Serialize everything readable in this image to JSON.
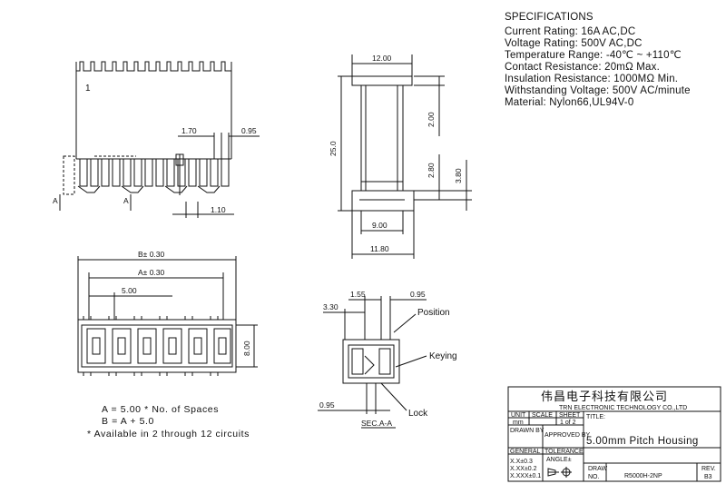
{
  "specifications": {
    "heading": "SPECIFICATIONS",
    "lines": [
      "Current Rating: 16A AC,DC",
      "Voltage Rating: 500V AC,DC",
      "Temperature Range: -40℃ ~ +110℃",
      "Contact Resistance: 20mΩ Max.",
      "Insulation Resistance: 1000MΩ Min.",
      "Withstanding Voltage: 500V AC/minute",
      "Material: Nylon66,UL94V-0"
    ]
  },
  "front_view": {
    "pin_mark": "1",
    "dim_pitch_gap": "1.70",
    "dim_right_gap": "0.95",
    "dim_bottom": "1.10",
    "section_mark": "A"
  },
  "side_view": {
    "top_width": "12.00",
    "height": "25.0",
    "top_step": "2.00",
    "bottom_step": "2.80",
    "bottom_total": "3.80",
    "inner_width": "9.00",
    "outer_width": "11.80"
  },
  "bottom_view": {
    "dim_b": "B± 0.30",
    "dim_a": "A± 0.30",
    "dim_pitch": "5.00",
    "dim_depth": "8.00"
  },
  "section_view": {
    "dim_left": "3.30",
    "dim_mid": "1.55",
    "dim_right": "0.95",
    "dim_bottom": "0.95",
    "label_position": "Position",
    "label_keying": "Keying",
    "label_lock": "Lock",
    "caption": "SEC.A-A"
  },
  "notes": [
    "A = 5.00 * No. of Spaces",
    "B = A + 5.0",
    "* Available in 2 through 12 circuits"
  ],
  "title_block": {
    "company_cn": "伟昌电子科技有限公司",
    "company_en": "TRN ELECTRONIC TECHNOLOGY CO.,LTD",
    "unit_label": "UNIT",
    "unit_value": "mm",
    "scale_label": "SCALE",
    "sheet_label": "SHEET",
    "sheet_value": "1 of 2",
    "title_label": "TITLE:",
    "drawn_by": "DRAWN BY",
    "approved_by": "APPROVED BY",
    "title_value": "5.00mm Pitch Housing",
    "general_label": "GENERAL",
    "tolerance_label": "TOLERANCE",
    "tol_1": "X.X±0.3",
    "tol_2": "X.XX±0.2",
    "tol_3": "X.XXX±0.1",
    "angle_label": "ANGLE±",
    "draw_label": "DRAW",
    "no_label": "NO.",
    "draw_no": "R5000H-2NP",
    "rev_label": "REV.",
    "rev_value": "B3"
  }
}
